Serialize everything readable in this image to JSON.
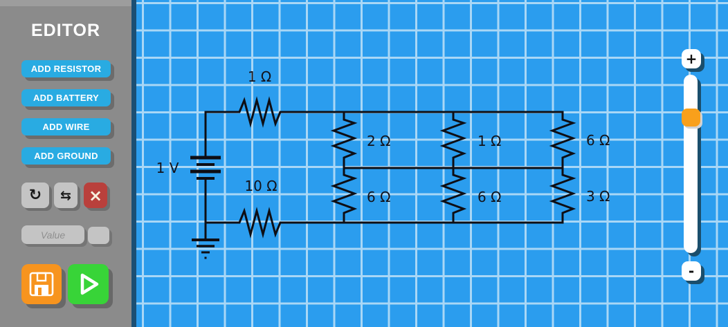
{
  "sidebar": {
    "title": "EDITOR",
    "buttons": [
      {
        "label": "ADD RESISTOR"
      },
      {
        "label": "ADD BATTERY"
      },
      {
        "label": "ADD WIRE"
      },
      {
        "label": "ADD GROUND"
      }
    ],
    "value_input": {
      "placeholder": "Value"
    }
  },
  "icons": {
    "rotate": "↻",
    "swap": "⇆",
    "delete": "×",
    "save": "floppy-disk",
    "run": "play-triangle"
  },
  "circuit": {
    "battery": {
      "value": "1 V"
    },
    "resistors": {
      "series_top": "1 Ω",
      "series_bottom": "10 Ω",
      "branch1_top": "2 Ω",
      "branch1_bottom": "6 Ω",
      "branch2_top": "1 Ω",
      "branch2_bottom": "6 Ω",
      "branch3_top": "6 Ω",
      "branch3_bottom": "3 Ω"
    }
  },
  "zoom_control": {
    "zoom_in": "+",
    "zoom_out": "-"
  },
  "colors": {
    "canvas_blue": "#2B9DEE",
    "grid_line": "#A9D7F6",
    "sidebar_gray": "#8B8B8B",
    "button_blue": "#29ABE2",
    "delete_red": "#B9403C",
    "save_orange": "#F7941E",
    "run_green": "#38D438",
    "slider_handle_orange": "#F9A01B",
    "slider_shadow_navy": "#1A4E6C",
    "wire_black": "#0E0E14"
  }
}
